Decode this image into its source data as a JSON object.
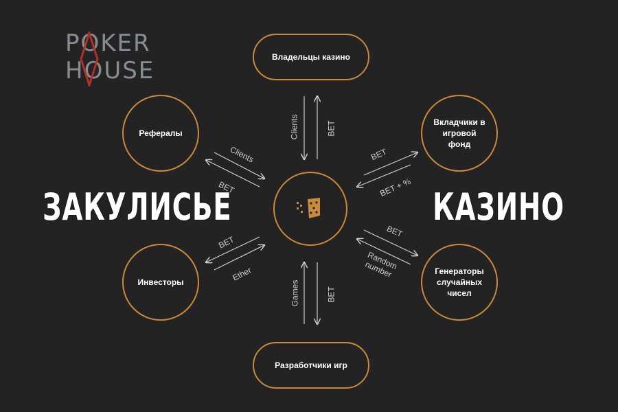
{
  "logo": {
    "line1": "POKER",
    "line2": "HOUSE"
  },
  "headings": {
    "left": "ЗАКУЛИСЬЕ",
    "right": "КАЗИНО"
  },
  "nodes": {
    "top": "Владельцы казино",
    "bottom": "Разработчики игр",
    "left_top": "Рефералы",
    "left_bottom": "Инвесторы",
    "right_top": "Вкладчики в игровой фонд",
    "right_bottom": "Генераторы случайных чисел",
    "center_icon": "dice-icon"
  },
  "edges": {
    "top_left_label": "Clients",
    "top_right_label": "BET",
    "bottom_left_label": "Games",
    "bottom_right_label": "BET",
    "left_top_upper": "Clients",
    "left_top_lower": "BET",
    "left_bottom_upper": "BET",
    "left_bottom_lower": "Ether",
    "right_top_upper": "BET",
    "right_top_lower": "BET + %",
    "right_bottom_upper": "BET",
    "right_bottom_lower": "Random number"
  },
  "colors": {
    "accent": "#c98a3c",
    "background": "#232323",
    "logo_red": "#b0302a",
    "logo_grey": "#8a8c90"
  }
}
